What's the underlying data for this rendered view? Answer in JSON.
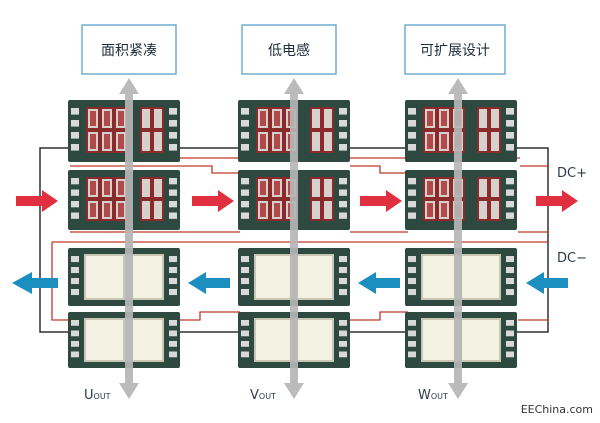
{
  "top_labels": [
    {
      "text": "面积紧凑"
    },
    {
      "text": "低电感"
    },
    {
      "text": "可扩展设计"
    }
  ],
  "side_labels": {
    "dc_plus": "DC+",
    "dc_minus": "DC−"
  },
  "outputs": [
    {
      "main": "U",
      "sub": "OUT"
    },
    {
      "main": "V",
      "sub": "OUT"
    },
    {
      "main": "W",
      "sub": "OUT"
    }
  ],
  "watermark": "EEChina.com",
  "colors": {
    "box_border": "#5aa0c8",
    "box_text": "#1f2d3a",
    "arrow_gray": "#b5b5b5",
    "arrow_red": "#e03040",
    "arrow_blue": "#1c8fc0",
    "pcb_green": "#2e4a40",
    "trace_red": "#c0392b",
    "die_red": "#8b2a2a",
    "die_cream": "#f3f1e2",
    "dc_text": "#2d3b47"
  }
}
